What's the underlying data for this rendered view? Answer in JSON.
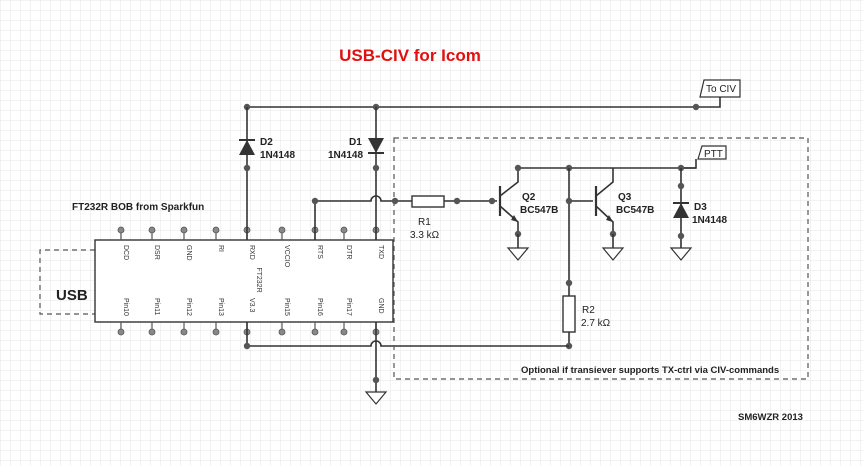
{
  "title": "USB-CIV for Icom",
  "credit": "SM6WZR 2013",
  "usb_label": "USB",
  "board_label": "FT232R BOB from Sparkfun",
  "ic_name": "FT232R",
  "top_pins": [
    "DCD",
    "DSR",
    "GND",
    "RI",
    "RXD",
    "VCCIO",
    "RTS",
    "DTR",
    "TXD"
  ],
  "bottom_pins": [
    "Pin10",
    "Pin11",
    "Pin12",
    "Pin13",
    "V3.3",
    "Pin15",
    "Pin16",
    "Pin17",
    "GND"
  ],
  "components": {
    "d1": {
      "ref": "D1",
      "value": "1N4148"
    },
    "d2": {
      "ref": "D2",
      "value": "1N4148"
    },
    "d3": {
      "ref": "D3",
      "value": "1N4148"
    },
    "r1": {
      "ref": "R1",
      "value": "3.3 kΩ"
    },
    "r2": {
      "ref": "R2",
      "value": "2.7 kΩ"
    },
    "q2": {
      "ref": "Q2",
      "value": "BC547B"
    },
    "q3": {
      "ref": "Q3",
      "value": "BC547B"
    }
  },
  "tags": {
    "civ": "To CIV",
    "ptt": "PTT"
  },
  "optional_note": "Optional if transiever supports TX-ctrl via CIV-commands",
  "colors": {
    "title": "#e01010",
    "grid": "#e6e6e6",
    "wire": "#333333"
  }
}
